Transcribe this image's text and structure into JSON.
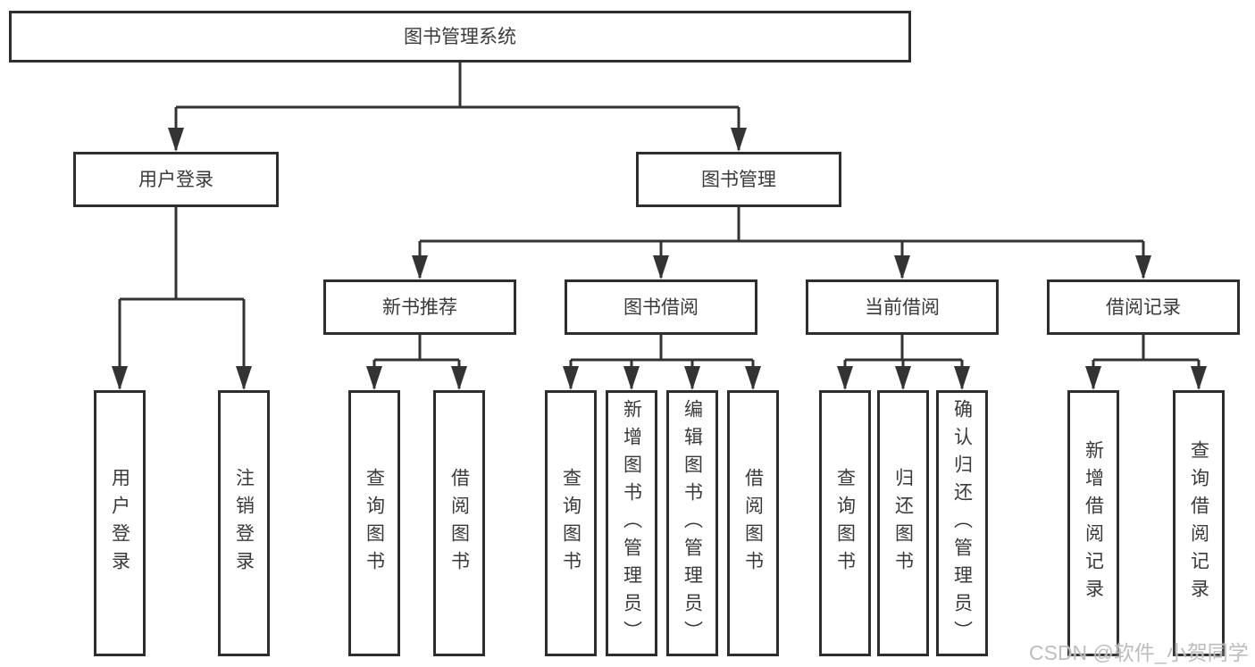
{
  "root": {
    "label": "图书管理系统"
  },
  "level2": {
    "user_login": {
      "label": "用户登录"
    },
    "book_management": {
      "label": "图书管理"
    }
  },
  "level3": {
    "new_book_recommend": {
      "label": "新书推荐"
    },
    "book_borrowing": {
      "label": "图书借阅"
    },
    "current_borrowing": {
      "label": "当前借阅"
    },
    "borrowing_records": {
      "label": "借阅记录"
    }
  },
  "leaves": {
    "user_login_children": [
      "用户登录",
      "注销登录"
    ],
    "new_book_recommend_children": [
      "查询图书",
      "借阅图书"
    ],
    "book_borrowing_children": [
      "查询图书",
      "新增图书（管理员）",
      "编辑图书（管理员）",
      "借阅图书"
    ],
    "current_borrowing_children": [
      "查询图书",
      "归还图书",
      "确认归还（管理员）"
    ],
    "borrowing_records_children": [
      "新增借阅记录",
      "查询借阅记录"
    ]
  },
  "watermark": {
    "text": "CSDN @软件_小贺同学"
  },
  "colors": {
    "line": "#333333",
    "box_border": "#2e2e2e",
    "text": "#3a3a3a",
    "background": "#ffffff",
    "watermark": "#b9b9b9"
  }
}
